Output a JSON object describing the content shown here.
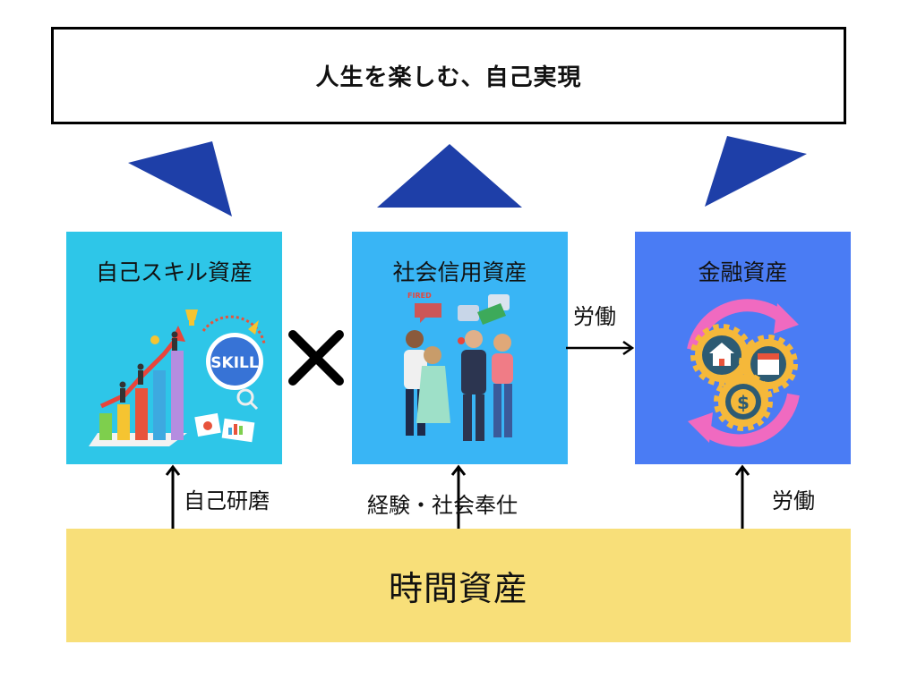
{
  "goal": {
    "text": "人生を楽しむ、自己実現"
  },
  "assets": {
    "skill": {
      "title": "自己スキル資産",
      "badge": "SKILL"
    },
    "social": {
      "title": "社会信用資産",
      "sign": "FIRED"
    },
    "finance": {
      "title": "金融資産",
      "currency_symbol": "$"
    }
  },
  "operator": {
    "symbol": "×"
  },
  "flows": {
    "social_to_finance": "労働",
    "time_to_skill": "自己研磨",
    "time_to_social": "経験・社会奉仕",
    "time_to_finance": "労働"
  },
  "base": {
    "text": "時間資産"
  },
  "colors": {
    "triangle": "#1e3fa8",
    "skill_bg": "#2ec6e8",
    "social_bg": "#39b5f5",
    "finance_bg": "#4a7cf4",
    "time_bg": "#f8df79"
  }
}
